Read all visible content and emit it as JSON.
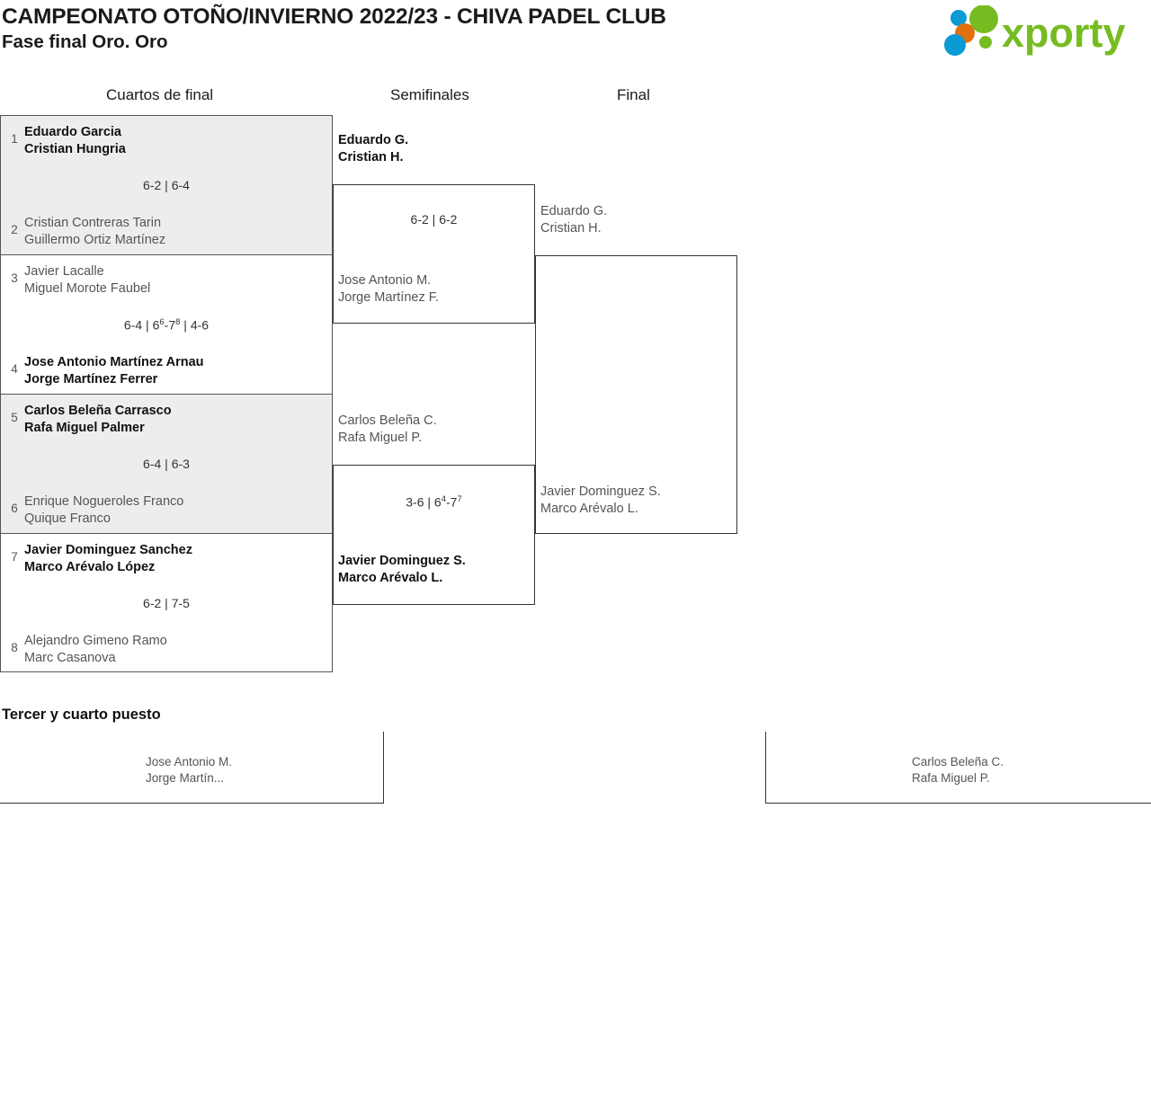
{
  "header": {
    "title_line1": "CAMPEONATO OTOÑO/INVIERNO 2022/23 - CHIVA PADEL CLUB",
    "title_line2": "Fase final Oro. Oro",
    "logo_text": "xporty",
    "logo_colors": {
      "green": "#76bc21",
      "blue": "#0a9ad4",
      "orange": "#e2700e"
    }
  },
  "rounds": {
    "quarterfinals_label": "Cuartos de final",
    "semifinals_label": "Semifinales",
    "final_label": "Final"
  },
  "quarterfinals": [
    {
      "top": {
        "seed": "1",
        "player1": "Eduardo Garcia",
        "player2": "Cristian Hungria",
        "winner": true
      },
      "bottom": {
        "seed": "2",
        "player1": "Cristian Contreras Tarin",
        "player2": "Guillermo Ortiz Martínez",
        "winner": false
      },
      "score": "6-2 | 6-4"
    },
    {
      "top": {
        "seed": "3",
        "player1": "Javier Lacalle",
        "player2": "Miguel Morote Faubel",
        "winner": false
      },
      "bottom": {
        "seed": "4",
        "player1": "Jose Antonio Martínez Arnau",
        "player2": "Jorge Martínez Ferrer",
        "winner": true
      },
      "score": "6-4 | 6{6}-7{8} | 4-6"
    },
    {
      "top": {
        "seed": "5",
        "player1": "Carlos Beleña Carrasco",
        "player2": "Rafa Miguel Palmer",
        "winner": true
      },
      "bottom": {
        "seed": "6",
        "player1": "Enrique Nogueroles Franco",
        "player2": "Quique Franco",
        "winner": false
      },
      "score": "6-4 | 6-3"
    },
    {
      "top": {
        "seed": "7",
        "player1": "Javier Dominguez Sanchez",
        "player2": "Marco Arévalo López",
        "winner": true
      },
      "bottom": {
        "seed": "8",
        "player1": "Alejandro Gimeno Ramo",
        "player2": "Marc Casanova",
        "winner": false
      },
      "score": "6-2 | 7-5"
    }
  ],
  "semifinals": [
    {
      "top": {
        "player1": "Eduardo G.",
        "player2": "Cristian H.",
        "winner": true
      },
      "bottom": {
        "player1": "Jose Antonio M.",
        "player2": "Jorge Martínez F.",
        "winner": false
      },
      "score": "6-2 | 6-2"
    },
    {
      "top": {
        "player1": "Carlos Beleña C.",
        "player2": "Rafa Miguel P.",
        "winner": false
      },
      "bottom": {
        "player1": "Javier Dominguez S.",
        "player2": "Marco Arévalo L.",
        "winner": true
      },
      "score": "3-6 | 6{4}-7{7}"
    }
  ],
  "final": {
    "top": {
      "player1": "Eduardo G.",
      "player2": "Cristian H.",
      "winner": false
    },
    "bottom": {
      "player1": "Javier Dominguez S.",
      "player2": "Marco Arévalo L.",
      "winner": false
    },
    "score": ""
  },
  "third_place": {
    "title": "Tercer y cuarto puesto",
    "left": {
      "player1": "Jose Antonio M.",
      "player2": "Jorge Martín..."
    },
    "right": {
      "player1": "Carlos Beleña C.",
      "player2": "Rafa Miguel P."
    },
    "score": ""
  }
}
